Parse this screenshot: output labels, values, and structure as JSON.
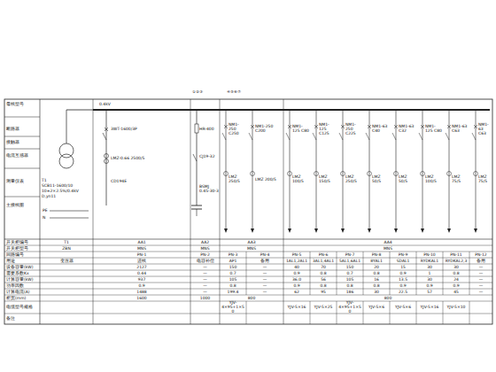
{
  "diagram": {
    "labels": [
      "母线型号",
      "断路器",
      "接触器",
      "电流互感器",
      "测量仪表",
      "主接线图",
      "开关柜编号",
      "开关柜型号",
      "回路编号",
      "用途",
      "设备容量(kW)",
      "需要系数Kx",
      "计算容量(kW)",
      "功率因数",
      "计算电流(A)",
      "柜宽(mm)",
      "电缆型号规格",
      "备注",
      "0.4kV",
      "T1",
      "SCB11-1600/10",
      "10±2×2.5%/0.4kV",
      "D,yn11",
      "PE",
      "N",
      "3WT-1600/3P",
      "LMZ-0.66 2500/5",
      "CD194E",
      "HR-400",
      "CJ19-32",
      "BSMJ 0.45-30-3",
      "①②③",
      "④⑤⑥⑦",
      "NM1-250 C250",
      "LMZ 250/5",
      "NM1-250 C200",
      "LMZ 200/5",
      "NM1-125 C80",
      "LMZ 100/5",
      "NM1-125 C125",
      "LMZ 150/5",
      "NM1-250 C225",
      "LMZ 250/5",
      "NM1-63 C40",
      "LMZ 50/5",
      "NM1-63 C32",
      "LMZ 50/5",
      "NM1-125 C80",
      "LMZ 100/5",
      "NM1-63 C63",
      "LMZ 75/5",
      "NM1-63 C63",
      "LMZ 75/5",
      "T1",
      "AA1",
      "AA2",
      "AA3",
      "AA4",
      "ZBN",
      "MNS",
      "MNS",
      "MNS",
      "MNS",
      "PN-1",
      "PN-2",
      "PN-3",
      "PN-4",
      "PN-5",
      "PN-6",
      "PN-7",
      "PN-8",
      "PN-9",
      "PN-10",
      "PN-11",
      "PN-12",
      "变压器",
      "进线",
      "电容补偿",
      "AP1",
      "备用",
      "1AL1,2AL1",
      "3AL1,4AL1",
      "5AL1,6AL1",
      "8YAL1",
      "SDAL1",
      "RYDKAL1",
      "RYDKAL2,3",
      "备用",
      "2127",
      "—",
      "150",
      "—",
      "40",
      "70",
      "150",
      "20",
      "15",
      "30",
      "30",
      "—",
      "0.44",
      "—",
      "0.7",
      "—",
      "0.9",
      "0.8",
      "0.7",
      "0.8",
      "0.9",
      "1",
      "0.8",
      "—",
      "937",
      "—",
      "105",
      "—",
      "36.0",
      "56",
      "105",
      "16",
      "13.5",
      "30",
      "24",
      "—",
      "0.9",
      "—",
      "0.8",
      "—",
      "0.9",
      "0.8",
      "0.8",
      "0.8",
      "0.9",
      "0.9",
      "0.9",
      "—",
      "1488",
      "—",
      "199.4",
      "—",
      "62",
      "95",
      "186",
      "30",
      "22.5",
      "57",
      "45",
      "—",
      "1600",
      "1000",
      "800",
      "800",
      "YJV-4×95+1×50",
      "YJV-5×16",
      "YJV-5×25",
      "YJV-4×95+1×50",
      "YJV-5×6",
      "YJV-5×6",
      "YJV-5×16",
      "YJV-5×10"
    ]
  }
}
